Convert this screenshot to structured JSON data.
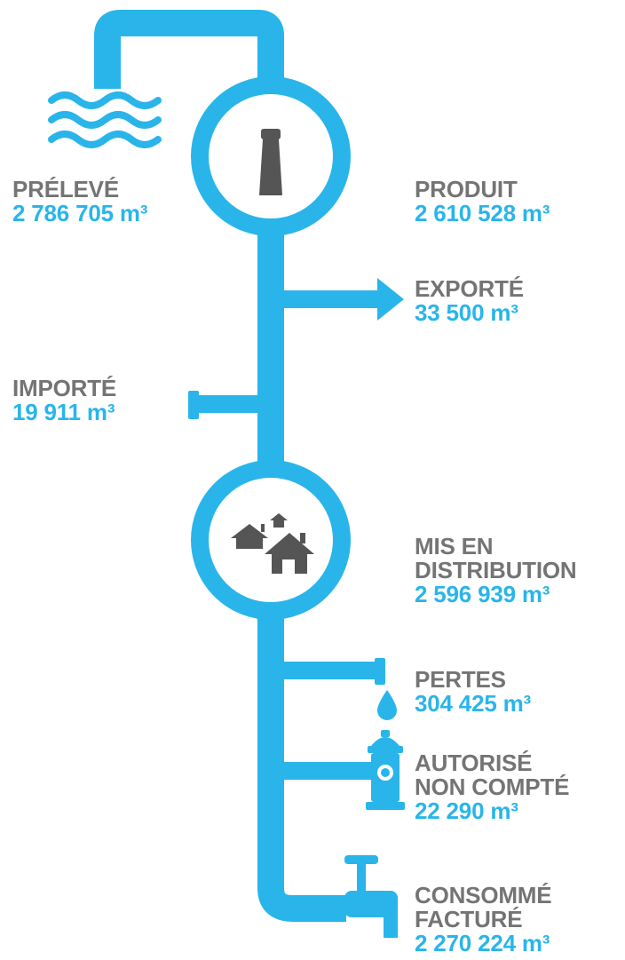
{
  "colors": {
    "pipe": "#29b5ea",
    "label": "#747474",
    "value": "#29b5ea",
    "icon": "#555555"
  },
  "icons": [
    "water-waves-icon",
    "water-tower-icon",
    "houses-icon",
    "water-drop-icon",
    "fire-hydrant-icon",
    "faucet-icon"
  ],
  "labels": {
    "preleve": {
      "name": "PRÉLEVÉ",
      "value": "2 786 705 m³"
    },
    "produit": {
      "name": "PRODUIT",
      "value": "2 610 528 m³"
    },
    "exporte": {
      "name": "EXPORTÉ",
      "value": "33 500 m³"
    },
    "importe": {
      "name": "IMPORTÉ",
      "value": "19 911 m³"
    },
    "distribution": {
      "name1": "MIS EN",
      "name2": "DISTRIBUTION",
      "value": "2 596 939 m³"
    },
    "pertes": {
      "name": "PERTES",
      "value": "304 425 m³"
    },
    "autorise": {
      "name1": "AUTORISÉ",
      "name2": "NON COMPTÉ",
      "value": "22 290 m³"
    },
    "consomme": {
      "name1": "CONSOMMÉ",
      "name2": "FACTURÉ",
      "value": "2 270 224 m³"
    }
  }
}
